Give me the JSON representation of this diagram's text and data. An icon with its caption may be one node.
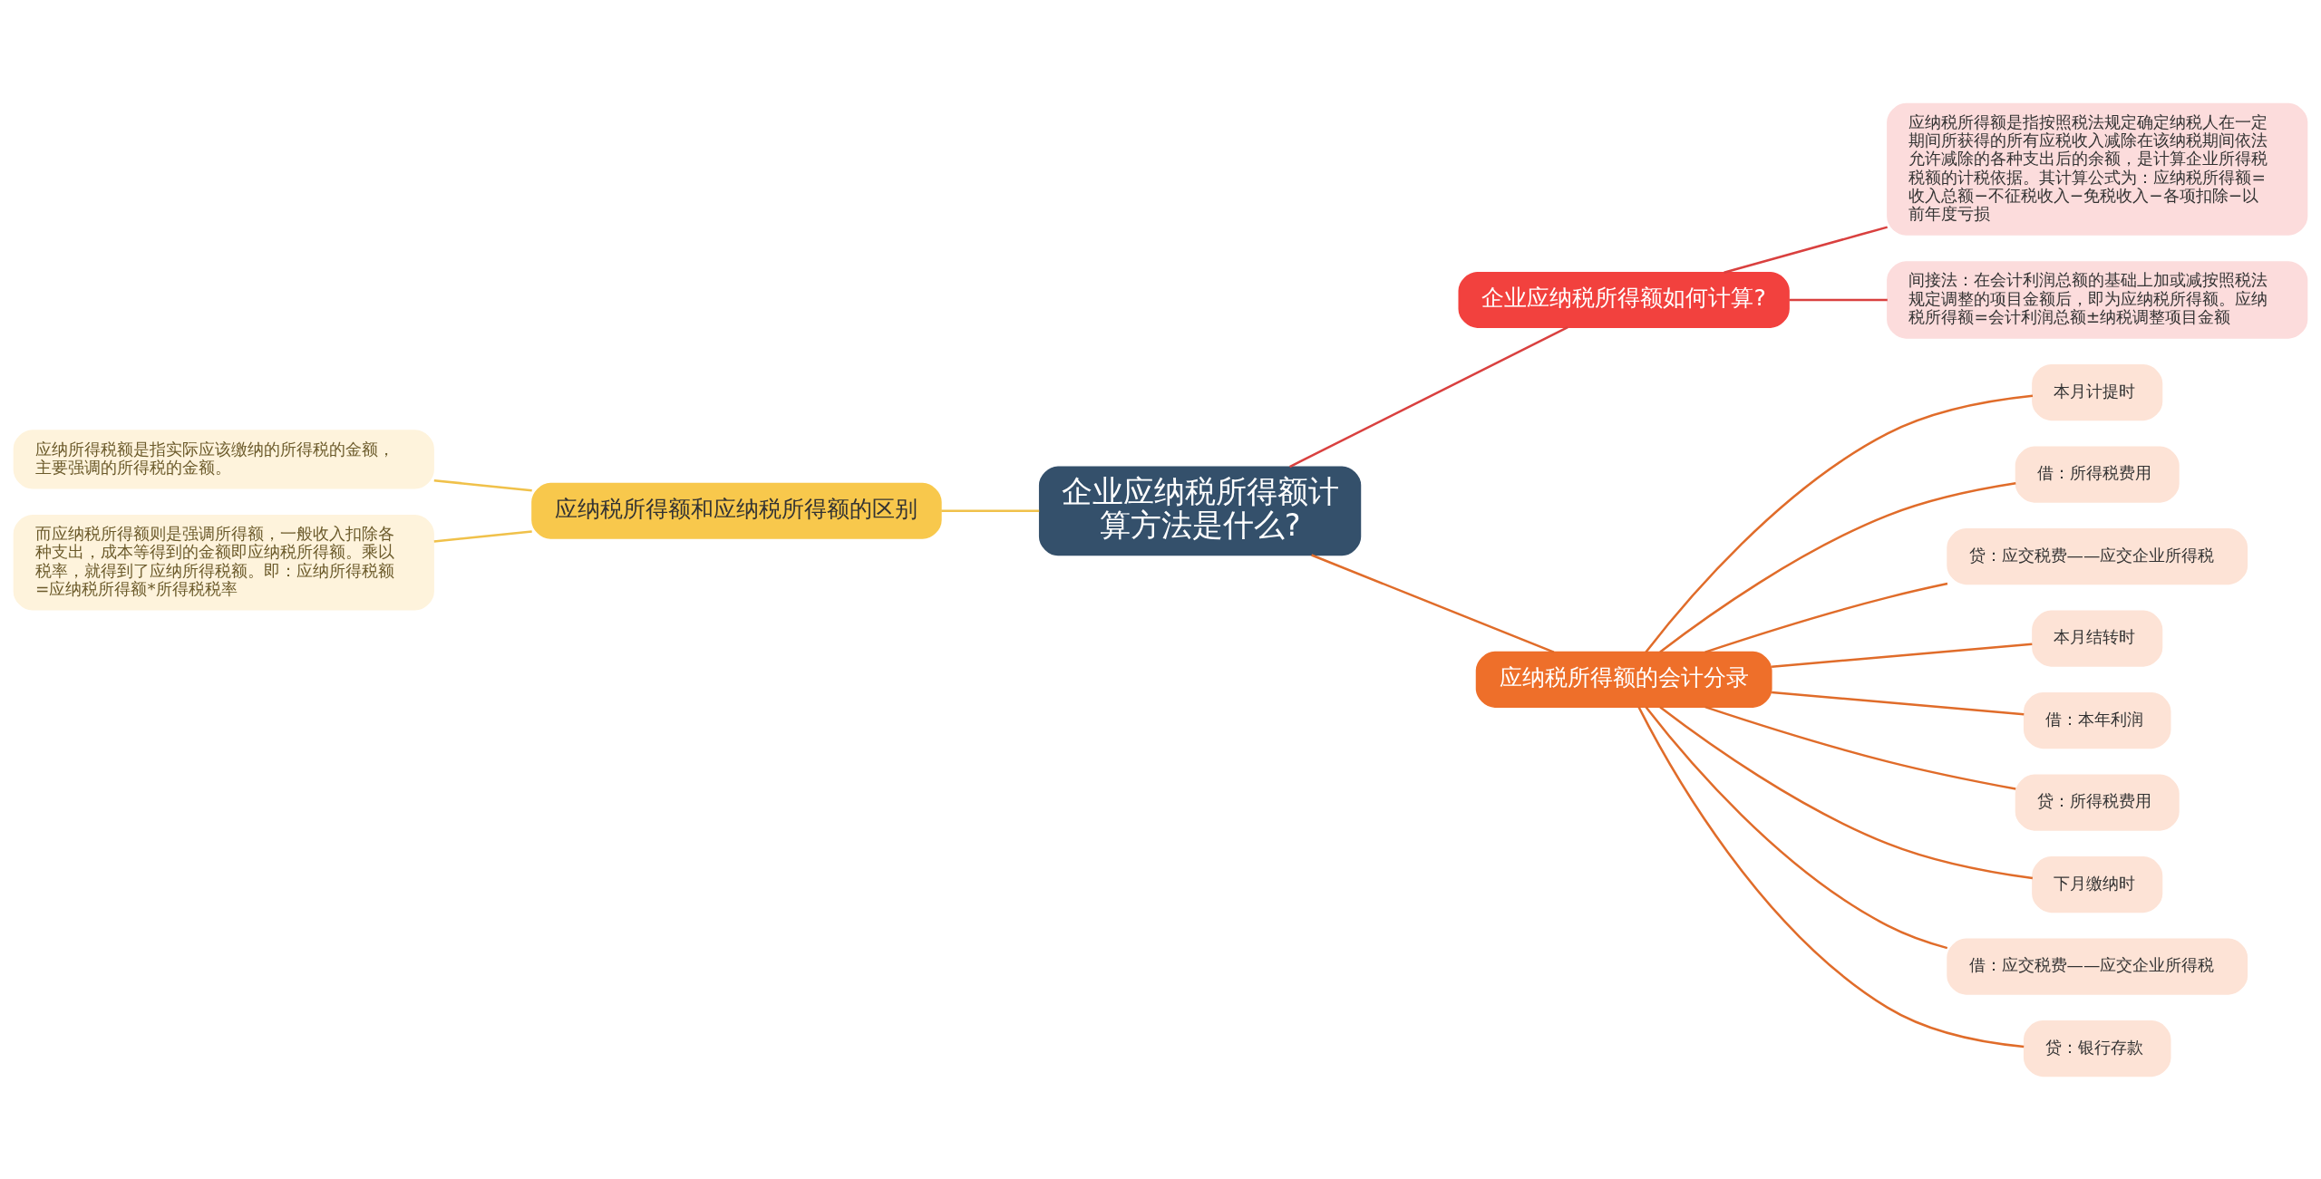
{
  "diagram": {
    "nodes": [
      {
        "text": [
          "企业应纳税所得额计算方法是什么?"
        ]
      },
      {
        "text": [
          "企业应纳税所得额如何计算?"
        ]
      },
      {
        "text": [
          "应纳税所得额是指按照税法规定确定纳税人在一定期间所获得的所有应税收入减除在该纳税期间依法允许减除的各种支出后的余额，是计算企业所得税税额的计税依据。其计算公式为：应纳税所得额=收入总额−不征税收入−免税收入−各项扣除−以前年度亏损"
        ]
      },
      {
        "text": [
          "间接法：在会计利润总额的基础上加或减按照税法规定调整的项目金额后，即为应纳税所得额。应纳税所得额=会计利润总额±纳税调整项目金额"
        ]
      },
      {
        "text": [
          "应纳税所得额的会计分录"
        ]
      },
      {
        "text": [
          "本月计提时"
        ]
      },
      {
        "text": [
          "借：所得税费用"
        ]
      },
      {
        "text": [
          "贷：应交税费——应交企业所得税"
        ]
      },
      {
        "text": [
          "本月结转时"
        ]
      },
      {
        "text": [
          "借：本年利润"
        ]
      },
      {
        "text": [
          "贷：所得税费用"
        ]
      },
      {
        "text": [
          "下月缴纳时"
        ]
      },
      {
        "text": [
          "借：应交税费——应交企业所得税"
        ]
      },
      {
        "text": [
          "贷：银行存款"
        ]
      },
      {
        "text": [
          "应纳税所得额和应纳税所得额的区别"
        ]
      },
      {
        "text": [
          "应纳所得税额是指实际应该缴纳的所得税的金额，主要强调的所得税的金额。"
        ]
      },
      {
        "text": [
          "而应纳税所得额则是强调所得额，一般收入扣除各种支出，成本等得到的金额即应纳税所得额。乘以税率，就得到了应纳所得税额。即：应纳所得税额=应纳税所得额*所得税税率"
        ]
      }
    ],
    "edges": [
      {
        "from": 0,
        "to": 1,
        "arrow": "none",
        "color": "#d9403f"
      },
      {
        "from": 1,
        "to": 2,
        "arrow": "none",
        "color": "#d9403f"
      },
      {
        "from": 1,
        "to": 3,
        "arrow": "none",
        "color": "#d9403f"
      },
      {
        "from": 0,
        "to": 4,
        "arrow": "none"
      },
      {
        "from": 4,
        "to": 5,
        "arrow": "none"
      },
      {
        "from": 4,
        "to": 6,
        "arrow": "none"
      },
      {
        "from": 4,
        "to": 7,
        "arrow": "none"
      },
      {
        "from": 4,
        "to": 8,
        "arrow": "none"
      },
      {
        "from": 4,
        "to": 9,
        "arrow": "none"
      },
      {
        "from": 4,
        "to": 10,
        "arrow": "none"
      },
      {
        "from": 4,
        "to": 11,
        "arrow": "none"
      },
      {
        "from": 4,
        "to": 12,
        "arrow": "none"
      },
      {
        "from": 4,
        "to": 13,
        "arrow": "none"
      },
      {
        "from": 14,
        "to": 0,
        "arrow": "none",
        "color": "#f0c14a"
      },
      {
        "from": 15,
        "to": 14,
        "arrow": "none",
        "color": "#f0c14a"
      },
      {
        "from": 16,
        "to": 14,
        "arrow": "none",
        "color": "#f0c14a"
      }
    ]
  }
}
